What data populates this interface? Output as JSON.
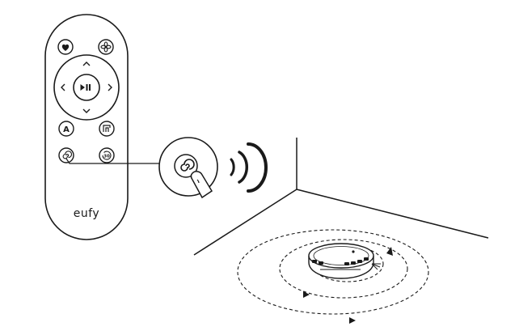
{
  "remote": {
    "brand_label": "eufy",
    "buttons": {
      "auto_label": "A",
      "timer_label": "30"
    },
    "icons": [
      "favorite-icon",
      "fan-icon",
      "arrow-up-icon",
      "arrow-down-icon",
      "arrow-left-icon",
      "arrow-right-icon",
      "play-pause-icon",
      "auto-clean-icon",
      "edge-clean-icon",
      "spot-clean-icon",
      "timer-icon"
    ]
  },
  "callout": {
    "icon": "spot-clean-icon",
    "gesture": "finger-press"
  },
  "signal": {
    "icon": "wireless-signal-icon"
  },
  "scene": {
    "robot": "robot-vacuum",
    "motion": "spiral-path"
  },
  "colors": {
    "ink": "#1a1a1a",
    "background": "#ffffff"
  }
}
